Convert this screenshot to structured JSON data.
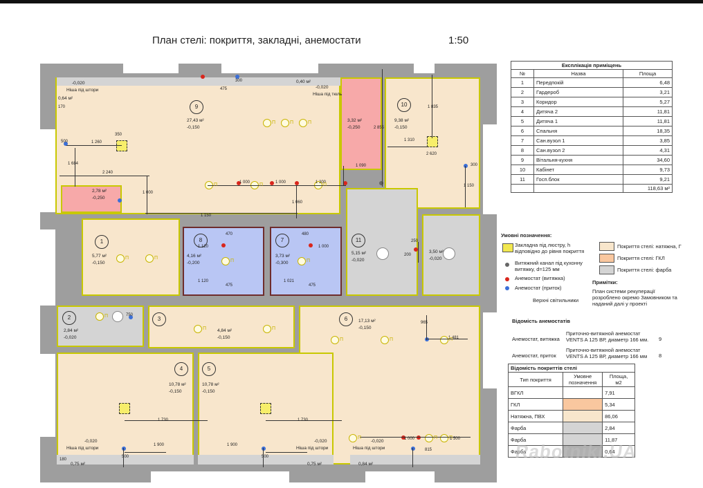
{
  "drawing": {
    "title": "План стелі: покриття, закладні, анемостати",
    "scale": "1:50"
  },
  "colors": {
    "stretch": "#f8e6cc",
    "gkl": "#f9c79f",
    "paint": "#d4d4d4",
    "wall": "#9e9e9e",
    "bathroom": "#b9c6f4",
    "pink": "#f7a9a9",
    "anchor": "#f2e850",
    "outline": "#c8c800"
  },
  "rooms": {
    "r9": {
      "num": "9",
      "area": "27,43 м²",
      "level": "-0,150"
    },
    "r10": {
      "num": "10",
      "area": "9,38 м²",
      "level": "-0,150"
    },
    "r1": {
      "num": "1",
      "area": "5,77 м²",
      "level": "-0,150"
    },
    "r8": {
      "num": "8",
      "area": "4,16 м²",
      "level": "-0,200"
    },
    "r7": {
      "num": "7",
      "area": "3,73 м²",
      "level": "-0,300"
    },
    "r11": {
      "num": "11",
      "area": "5,15 м²",
      "level": "-0,020"
    },
    "r11b": {
      "area": "3,50 м²",
      "level": "-0,020"
    },
    "r2": {
      "num": "2",
      "area": "2,84 м²",
      "level": "-0,020"
    },
    "r3": {
      "num": "3",
      "area": "4,84 м²",
      "level": "-0,150"
    },
    "r6": {
      "num": "6",
      "area": "17,13 м²",
      "level": "-0,150"
    },
    "r4": {
      "num": "4",
      "area": "10,78 м²",
      "level": "-0,150"
    },
    "r5": {
      "num": "5",
      "area": "10,78 м²",
      "level": "-0,150"
    },
    "pink1": {
      "area": "3,32 м²",
      "level": "-0,250"
    },
    "pink2": {
      "area": "2,78 м²",
      "level": "-0,250"
    }
  },
  "notes": {
    "niche_curtain": "Ніша під штори",
    "niche_tulle": "Ніша під тюль",
    "v_0020": "-0,020",
    "a_064": "0,64 м²",
    "a_040": "0,40 м²",
    "a_075": "0,75 м²",
    "a_075b": "0,75 м²",
    "a_084": "0,84 м²"
  },
  "dims": {
    "d475": "475",
    "d300": "300",
    "d1260": "1 260",
    "d350": "350",
    "d500": "500",
    "d2240": "2 240",
    "d1684": "1 684",
    "d1000a": "1 000",
    "d1000b": "1 000",
    "d1200": "1 200",
    "d1150": "1 150",
    "d1060": "1 060",
    "d1090": "1 090",
    "d2855": "2 855",
    "d1310": "1 310",
    "d2620": "2 620",
    "d1835": "1 835",
    "d300b": "300",
    "d1150b": "1 150",
    "d1120a": "1 120",
    "d1120b": "1 120",
    "d470": "470",
    "d475b": "475",
    "d480": "480",
    "d1000c": "1 000",
    "d1021": "1 021",
    "d475c": "475",
    "d250": "250",
    "d200": "200",
    "d750": "750",
    "d965": "965",
    "d1481": "1 481",
    "d1730a": "1 730",
    "d1730b": "1 730",
    "d1900a": "1 900",
    "d1900b": "1 900",
    "d1000d": "1 000",
    "d1500": "1 500",
    "d815": "815",
    "d500b": "500",
    "d500c": "500",
    "d180": "180",
    "d170": "170",
    "d1000e": "1 000"
  },
  "lampMark": "П",
  "explication": {
    "title": "Експлікація приміщень",
    "col_num": "№",
    "col_name": "Назва",
    "col_area": "Площа",
    "rows": [
      {
        "n": "1",
        "name": "Передпокій",
        "area": "6,48"
      },
      {
        "n": "2",
        "name": "Гардероб",
        "area": "3,21"
      },
      {
        "n": "3",
        "name": "Коридор",
        "area": "5,27"
      },
      {
        "n": "4",
        "name": "Дитяча 2",
        "area": "11,81"
      },
      {
        "n": "5",
        "name": "Дитяча 1",
        "area": "11,81"
      },
      {
        "n": "6",
        "name": "Спальня",
        "area": "18,35"
      },
      {
        "n": "7",
        "name": "Сан.вузол 1",
        "area": "3,85"
      },
      {
        "n": "8",
        "name": "Сан.вузол 2",
        "area": "4,31"
      },
      {
        "n": "9",
        "name": "Вітальня-кухня",
        "area": "34,60"
      },
      {
        "n": "10",
        "name": "Кабінет",
        "area": "9,73"
      },
      {
        "n": "11",
        "name": "Госп.блок",
        "area": "9,21"
      }
    ],
    "total": "118,63 м²"
  },
  "legend": {
    "title": "Умовні позначення:",
    "l1": "Закладна під люстру, h\nвідповідно до рівня покриття",
    "l2": "Витяжний канал під кухонну\nвитяжку, d=125 мм",
    "l3": "Анемостат (витяжка)",
    "l4": "Анемостат (приток)",
    "l5": "Верхні світильники",
    "r1": "Покриття стелі: натяжна, Г",
    "r2": "Покриття стелі: ГКЛ",
    "r3": "Покриття стелі: фарба",
    "note_title": "Примітки:",
    "note_text": "План системи рекуперації\nрозроблено окремо Замовником та\nнаданий далі у проекті"
  },
  "anemostats": {
    "title": "Відомість анемостатів",
    "rows": [
      {
        "type": "Анемостат, витяжка",
        "desc": "Приточно-витяжной анемостат\nVENTS A 125 ВР, диаметр 166 мм.",
        "qty": "9"
      },
      {
        "type": "Анемостат, приток",
        "desc": "Приточно-витяжной анемостат\nVENTS A 125 ВР, диаметр 166 мм",
        "qty": "8"
      }
    ]
  },
  "coverings": {
    "title": "Відомість покриттів стелі",
    "col1": "Тип покриття",
    "col2": "Умовне\nпозначення",
    "col3": "Площа,\nм2",
    "rows": [
      {
        "type": "ВГКЛ",
        "area": "7,91",
        "color": "#ffffff"
      },
      {
        "type": "ГКЛ",
        "area": "5,34",
        "color": "#f9c79f"
      },
      {
        "type": "Натяжна, ПВХ",
        "area": "86,06",
        "color": "#f8e6cc"
      },
      {
        "type": "Фарба",
        "area": "2,84",
        "color": "#d4d4d4"
      },
      {
        "type": "Фарба",
        "area": "11,87",
        "color": "#d4d4d4"
      },
      {
        "type": "Фарба",
        "area": "0,64",
        "color": "#b0b0b0"
      }
    ]
  },
  "watermark": "Rabotniki.UA"
}
